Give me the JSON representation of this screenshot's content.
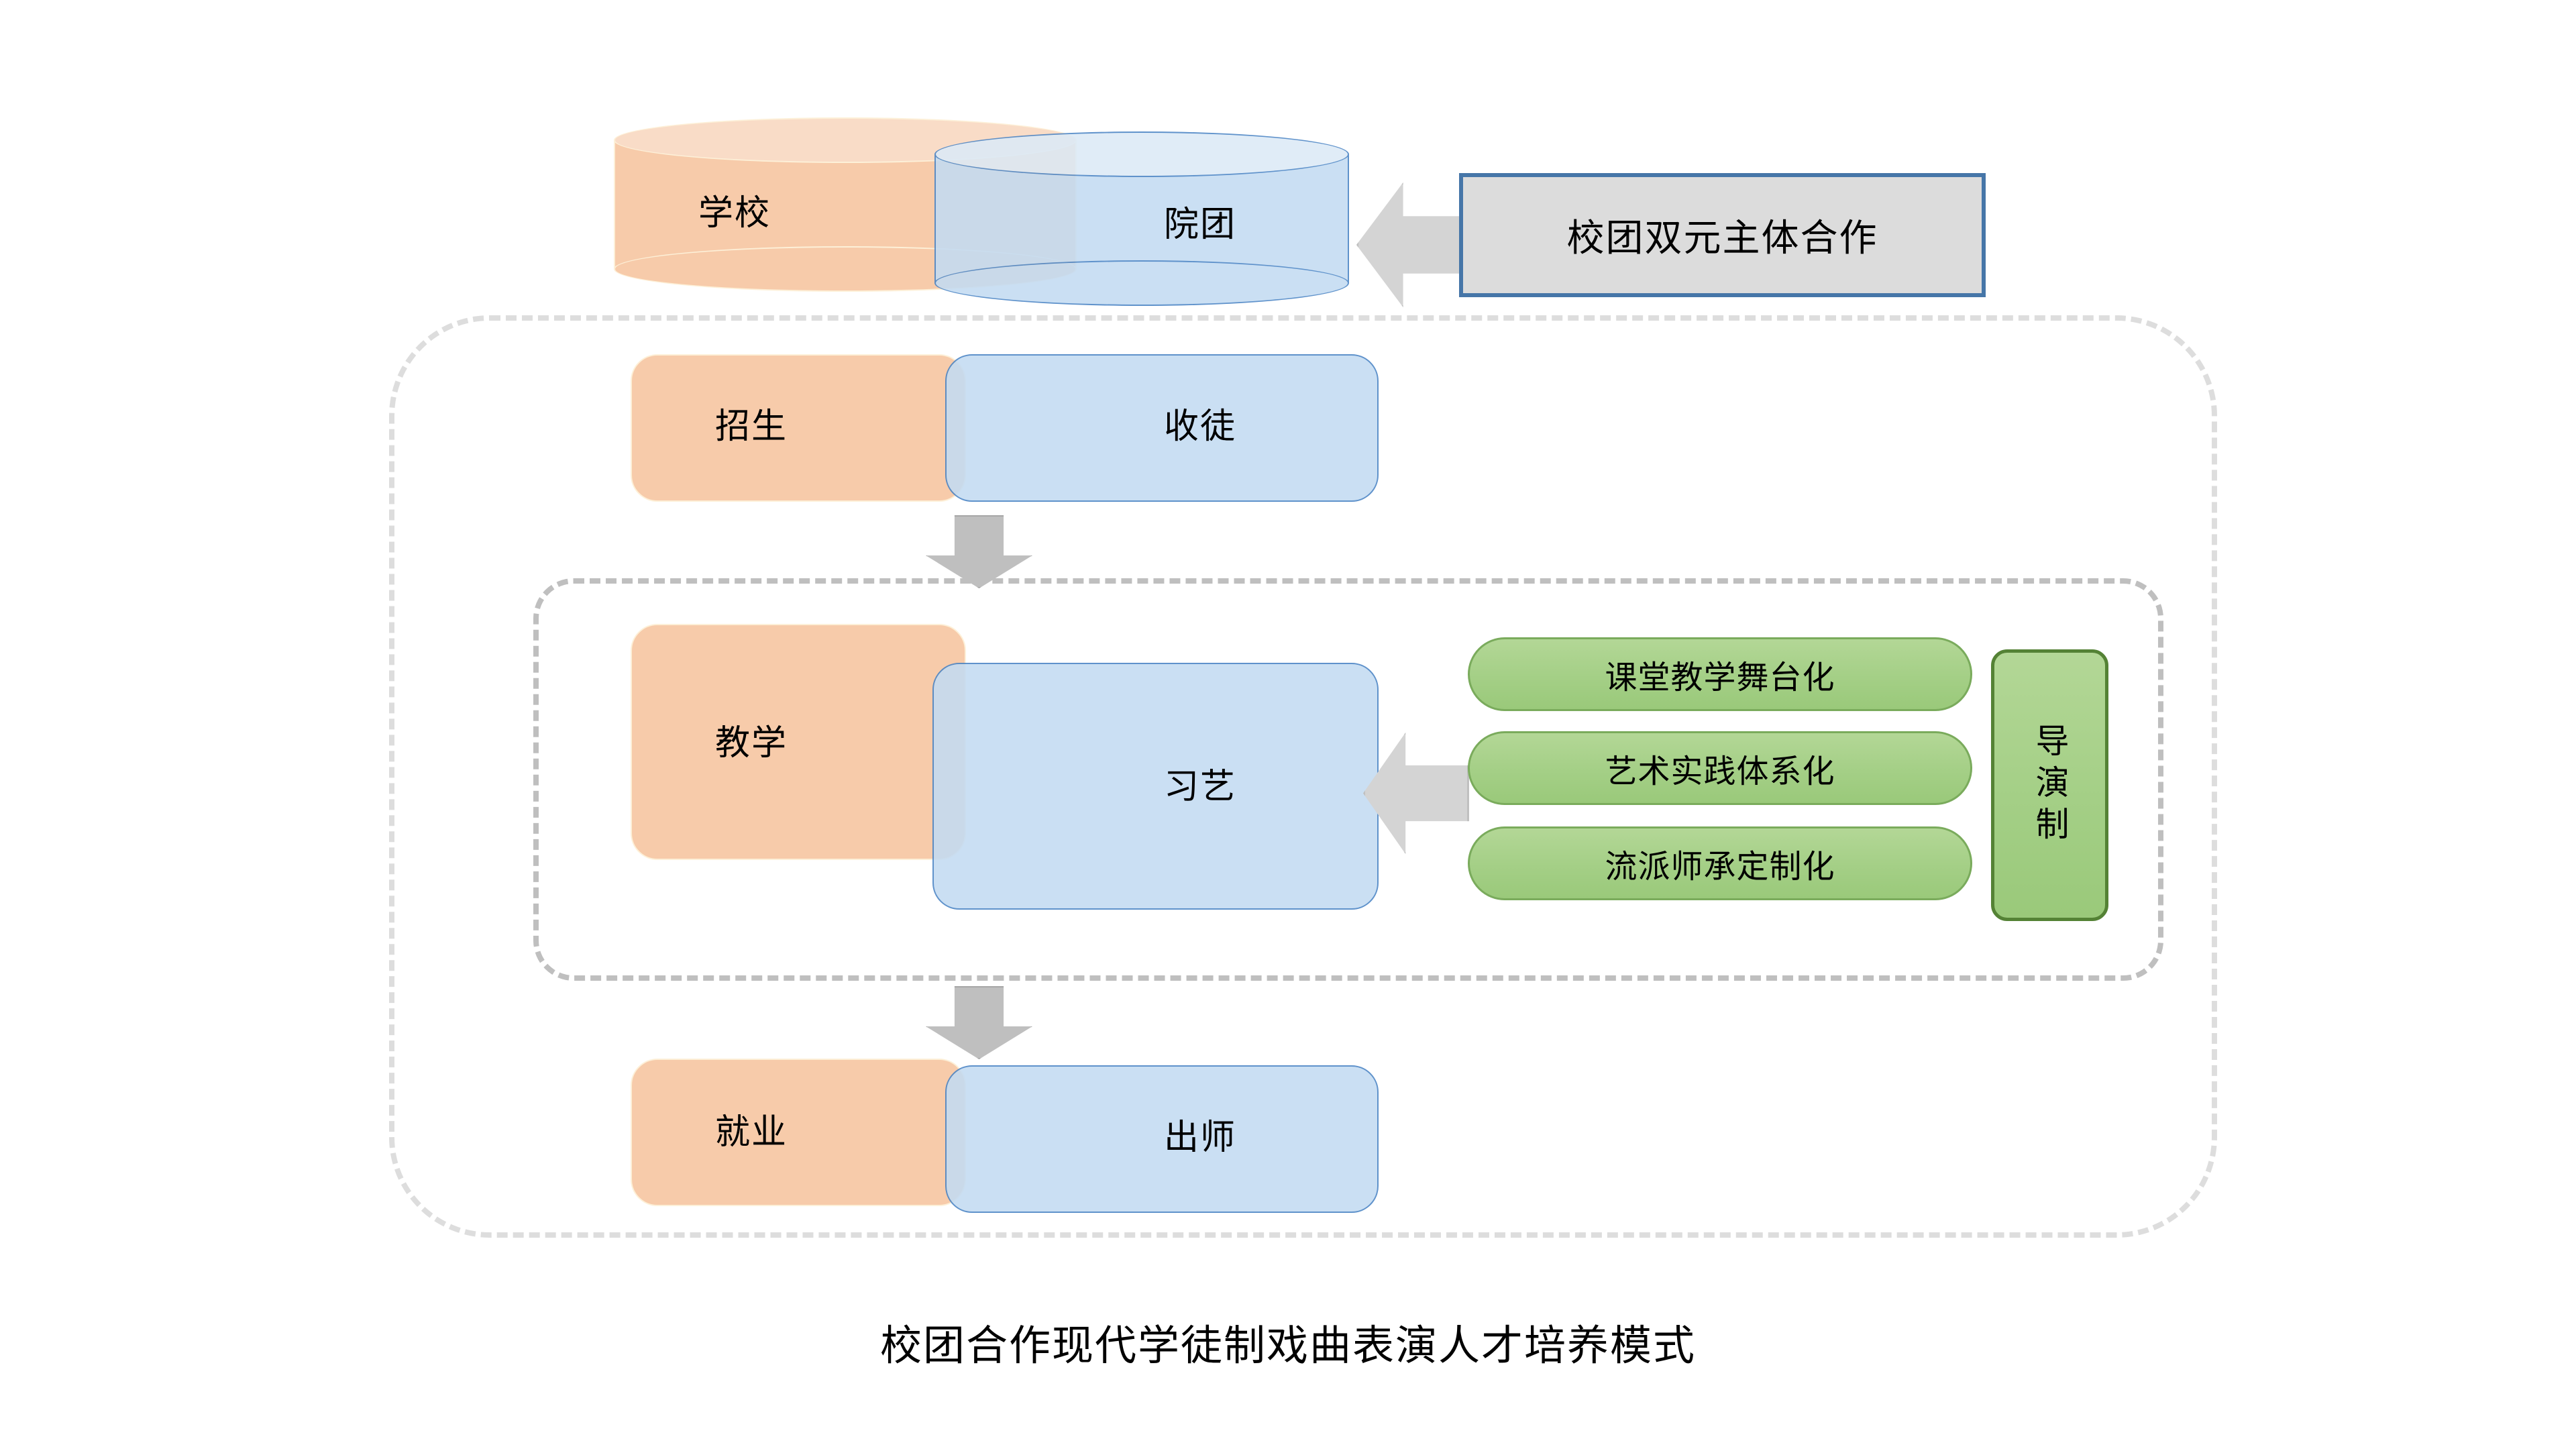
{
  "diagram": {
    "caption": "校团合作现代学徒制戏曲表演人才培养模式",
    "partners": {
      "school_label": "学校",
      "troupe_label": "院团",
      "callout_label": "校团双元主体合作"
    },
    "stages": [
      {
        "school": "招生",
        "troupe": "收徒"
      },
      {
        "school": "教学",
        "troupe": "习艺"
      },
      {
        "school": "就业",
        "troupe": "出师"
      }
    ],
    "methods": [
      "课堂教学舞台化",
      "艺术实践体系化",
      "流派师承定制化"
    ],
    "system_label": "导演制",
    "colors": {
      "school_fill": "#f7cbaa",
      "troupe_fill": "#c3dbf2",
      "troupe_stroke": "#4a84c4",
      "method_fill": "#a4cf86",
      "method_stroke": "#7aab5c",
      "system_stroke": "#548235",
      "callout_fill": "#dcdcdc",
      "callout_stroke": "#4676a8",
      "arrow_fill": "#d4d4d4",
      "dashed_outer": "#dddddd",
      "dashed_inner": "#bfbfbf"
    }
  }
}
